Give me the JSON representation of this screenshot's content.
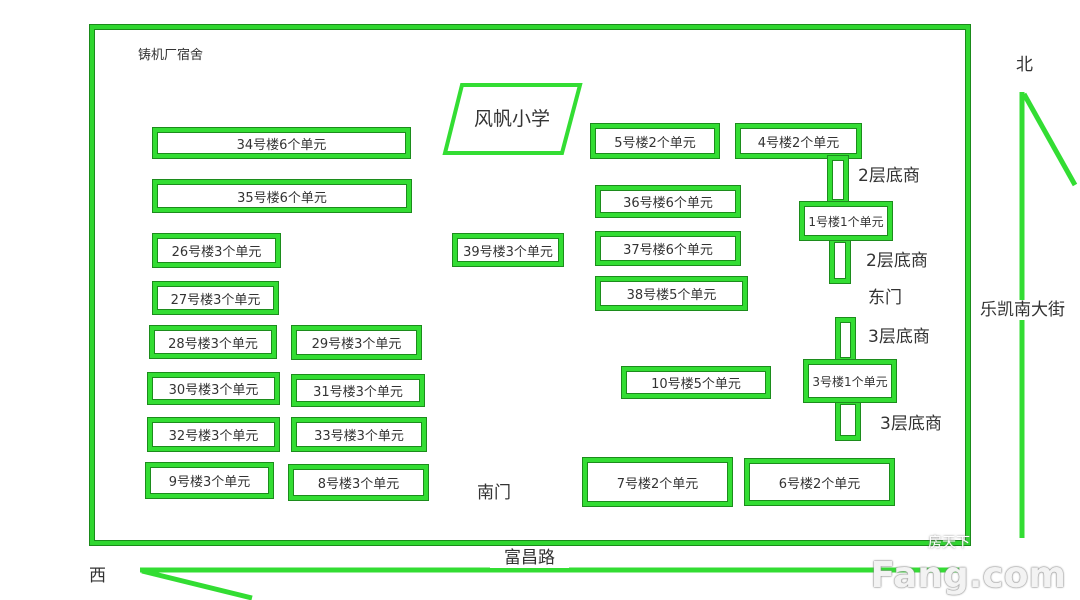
{
  "title": "铸机厂宿舍",
  "school": "风帆小学",
  "buildings": {
    "b34": "34号楼6个单元",
    "b35": "35号楼6个单元",
    "b26": "26号楼3个单元",
    "b27": "27号楼3个单元",
    "b28": "28号楼3个单元",
    "b29": "29号楼3个单元",
    "b30": "30号楼3个单元",
    "b31": "31号楼3个单元",
    "b32": "32号楼3个单元",
    "b33": "33号楼3个单元",
    "b9": "9号楼3个单元",
    "b8": "8号楼3个单元",
    "b39": "39号楼3个单元",
    "b5": "5号楼2个单元",
    "b4": "4号楼2个单元",
    "b36": "36号楼6个单元",
    "b37": "37号楼6个单元",
    "b38": "38号楼5个单元",
    "b10": "10号楼5个单元",
    "b7": "7号楼2个单元",
    "b6": "6号楼2个单元",
    "b1": "1号楼1个单元",
    "b3": "3号楼1个单元"
  },
  "labels": {
    "shop2a": "2层底商",
    "shop2b": "2层底商",
    "east_gate": "东门",
    "shop3a": "3层底商",
    "shop3b": "3层底商",
    "south_gate": "南门"
  },
  "roads": {
    "south": "富昌路",
    "east": "乐凯南大街"
  },
  "compass": {
    "north": "北",
    "west": "西"
  },
  "watermark": {
    "cn": "房天下",
    "en": "Fang.com"
  },
  "colors": {
    "green": "#33dd33",
    "dark_green": "#1c8c1c"
  }
}
